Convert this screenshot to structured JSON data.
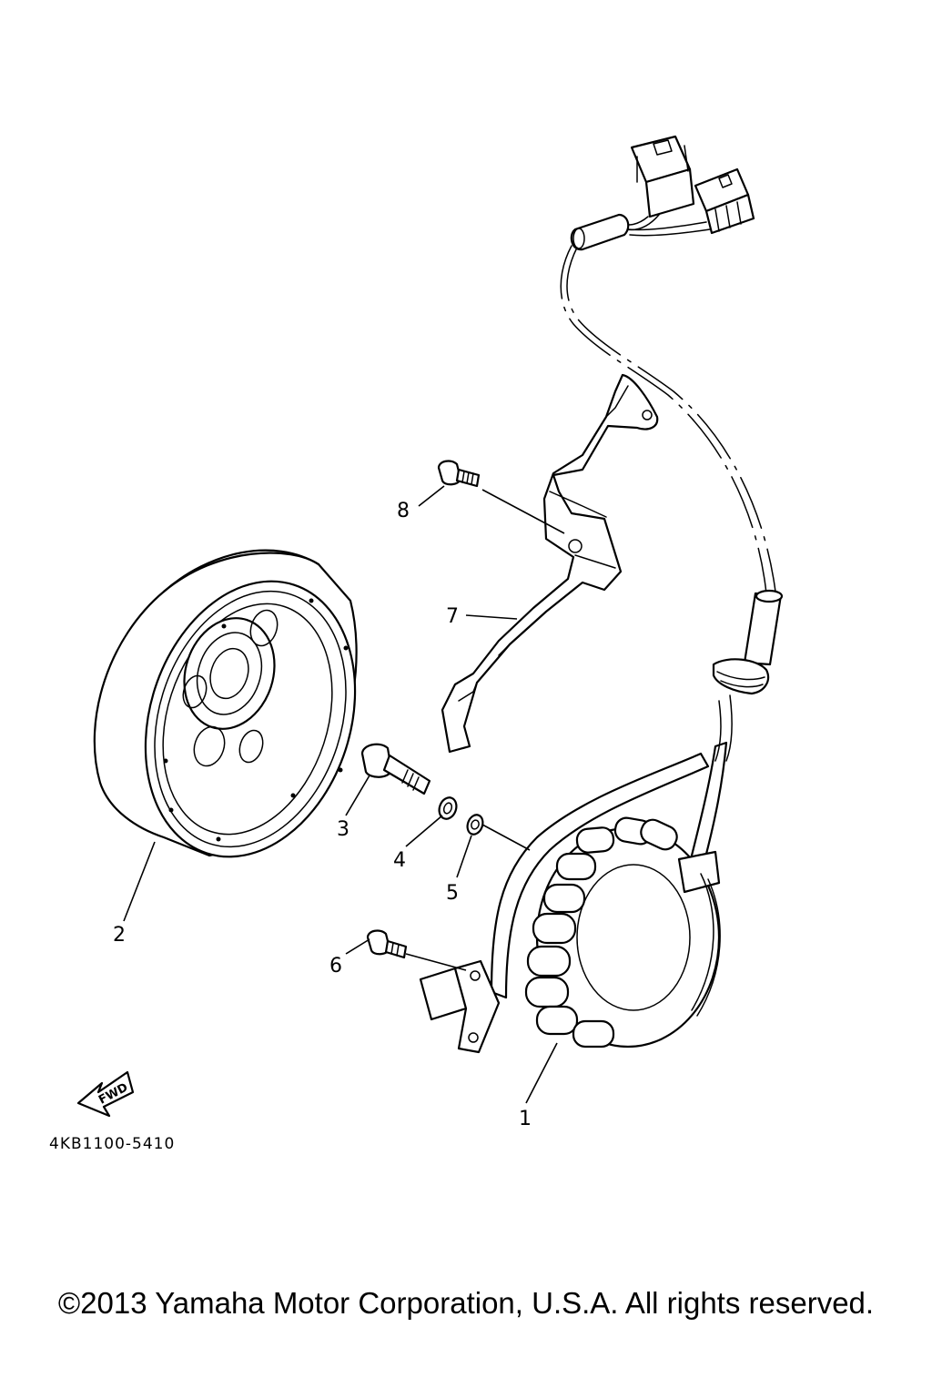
{
  "diagram": {
    "part_labels": {
      "p1": "1",
      "p2": "2",
      "p3": "3",
      "p4": "4",
      "p5": "5",
      "p6": "6",
      "p7": "7",
      "p8": "8"
    },
    "fwd_label": "FWD",
    "diagram_code": "4KB1100-5410"
  },
  "footer": {
    "copyright": "©2013 Yamaha Motor Corporation, U.S.A. All rights reserved."
  }
}
